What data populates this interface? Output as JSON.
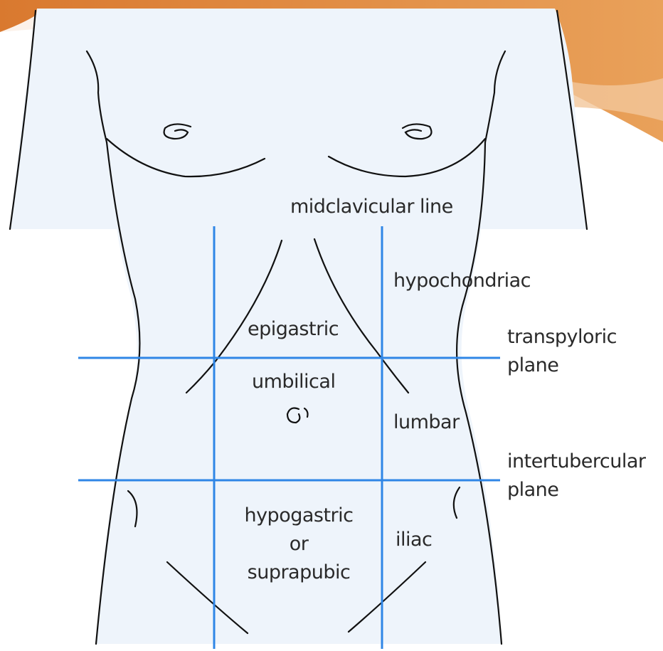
{
  "labels": {
    "midclavicular": "midclavicular line",
    "hypochondriac": "hypochondriac",
    "epigastric": "epigastric",
    "transpyloric_1": "transpyloric",
    "transpyloric_2": "plane",
    "umbilical": "umbilical",
    "lumbar": "lumbar",
    "intertubercular_1": "intertubercular",
    "intertubercular_2": "plane",
    "hypogastric_1": "hypogastric",
    "hypogastric_2": "or",
    "hypogastric_3": "suprapubic",
    "iliac": "iliac"
  },
  "colors": {
    "region_lines": "#2f86e6",
    "body_fill": "#eef4fb",
    "outline": "#111111",
    "banner": "#e08a3c"
  }
}
